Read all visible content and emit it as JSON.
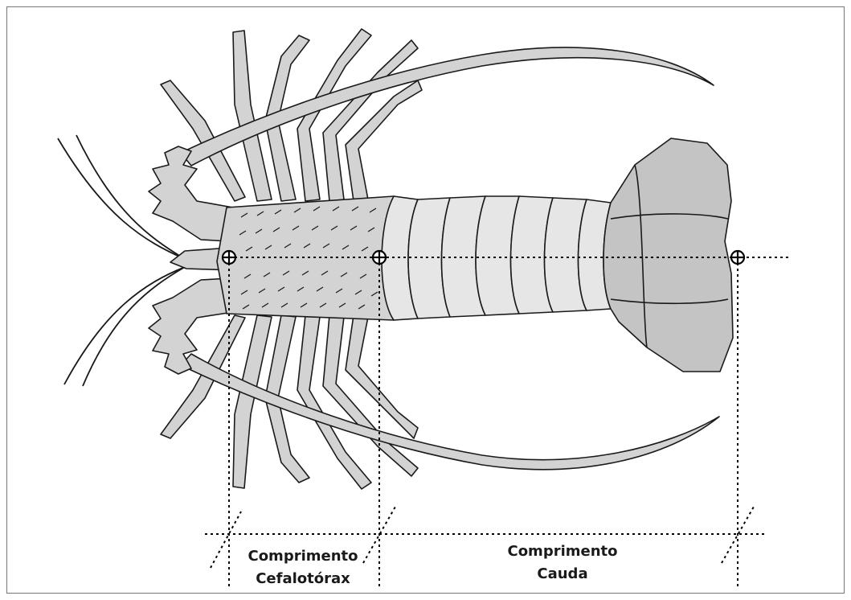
{
  "labels": {
    "cephalothorax_line1": "Comprimento",
    "cephalothorax_line2": "Cefalotórax",
    "tail_line1": "Comprimento",
    "tail_line2": "Cauda"
  },
  "colors": {
    "body_fill": "#d3d3d3",
    "telson_fill": "#c4c4c4",
    "outline": "#1a1a1a",
    "marker": "#000000"
  },
  "landmarks": [
    "measurement-point-rostrum",
    "measurement-point-cephalothorax-end",
    "measurement-point-tail-end"
  ]
}
